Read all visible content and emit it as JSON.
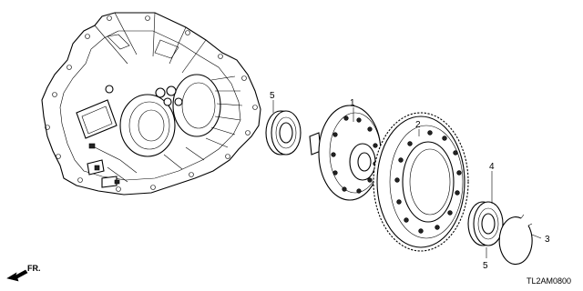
{
  "callouts": {
    "differential_assembly": "1",
    "final_driven_gear": "2",
    "snap_ring": "3",
    "bolt": "4",
    "bearing_left": "5",
    "bearing_right": "5"
  },
  "direction": {
    "text": "FR."
  },
  "diagram_code": "TL2AM0800"
}
